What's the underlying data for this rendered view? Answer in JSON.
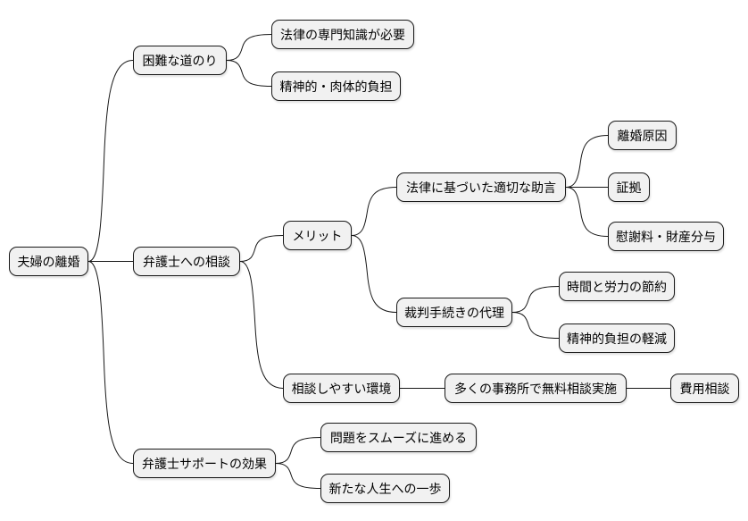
{
  "mindmap": {
    "root": "夫婦の離婚",
    "branches": [
      {
        "label": "困難な道のり",
        "children": [
          {
            "label": "法律の専門知識が必要"
          },
          {
            "label": "精神的・肉体的負担"
          }
        ]
      },
      {
        "label": "弁護士への相談",
        "children": [
          {
            "label": "メリット",
            "children": [
              {
                "label": "法律に基づいた適切な助言",
                "children": [
                  {
                    "label": "離婚原因"
                  },
                  {
                    "label": "証拠"
                  },
                  {
                    "label": "慰謝料・財産分与"
                  }
                ]
              },
              {
                "label": "裁判手続きの代理",
                "children": [
                  {
                    "label": "時間と労力の節約"
                  },
                  {
                    "label": "精神的負担の軽減"
                  }
                ]
              }
            ]
          },
          {
            "label": "相談しやすい環境",
            "children": [
              {
                "label": "多くの事務所で無料相談実施",
                "children": [
                  {
                    "label": "費用相談"
                  }
                ]
              }
            ]
          }
        ]
      },
      {
        "label": "弁護士サポートの効果",
        "children": [
          {
            "label": "問題をスムーズに進める"
          },
          {
            "label": "新たな人生への一歩"
          }
        ]
      }
    ]
  }
}
